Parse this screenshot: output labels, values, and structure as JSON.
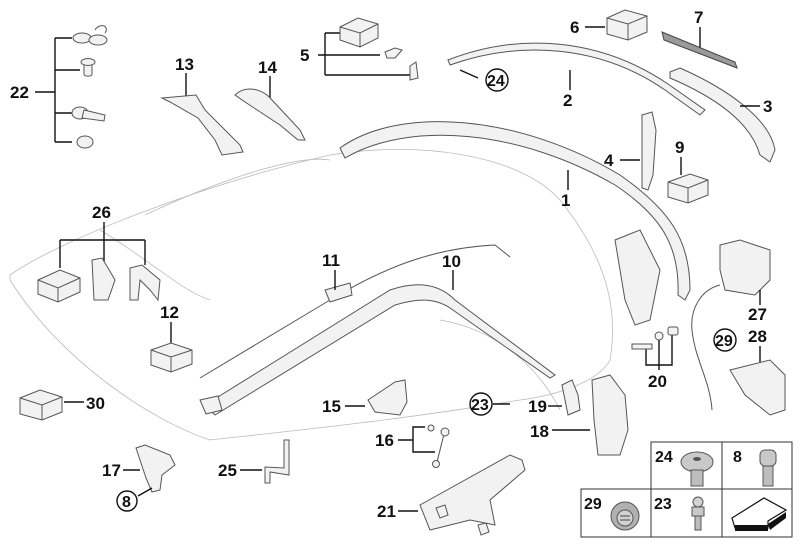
{
  "diagram": {
    "title": "Convertible top frame parts diagram",
    "callouts": [
      {
        "id": "1",
        "label": "1",
        "circled": false
      },
      {
        "id": "2",
        "label": "2",
        "circled": false
      },
      {
        "id": "3",
        "label": "3",
        "circled": false
      },
      {
        "id": "4",
        "label": "4",
        "circled": false
      },
      {
        "id": "5",
        "label": "5",
        "circled": false
      },
      {
        "id": "6",
        "label": "6",
        "circled": false
      },
      {
        "id": "7",
        "label": "7",
        "circled": false
      },
      {
        "id": "8",
        "label": "8",
        "circled": true
      },
      {
        "id": "9",
        "label": "9",
        "circled": false
      },
      {
        "id": "10",
        "label": "10",
        "circled": false
      },
      {
        "id": "11",
        "label": "11",
        "circled": false
      },
      {
        "id": "12",
        "label": "12",
        "circled": false
      },
      {
        "id": "13",
        "label": "13",
        "circled": false
      },
      {
        "id": "14",
        "label": "14",
        "circled": false
      },
      {
        "id": "15",
        "label": "15",
        "circled": false
      },
      {
        "id": "16",
        "label": "16",
        "circled": false
      },
      {
        "id": "17",
        "label": "17",
        "circled": false
      },
      {
        "id": "18",
        "label": "18",
        "circled": false
      },
      {
        "id": "19",
        "label": "19",
        "circled": false
      },
      {
        "id": "20",
        "label": "20",
        "circled": false
      },
      {
        "id": "21",
        "label": "21",
        "circled": false
      },
      {
        "id": "22",
        "label": "22",
        "circled": false
      },
      {
        "id": "23",
        "label": "23",
        "circled": true
      },
      {
        "id": "24",
        "label": "24",
        "circled": true
      },
      {
        "id": "25",
        "label": "25",
        "circled": false
      },
      {
        "id": "26",
        "label": "26",
        "circled": false
      },
      {
        "id": "27",
        "label": "27",
        "circled": false
      },
      {
        "id": "28",
        "label": "28",
        "circled": false
      },
      {
        "id": "29",
        "label": "29",
        "circled": true
      },
      {
        "id": "30",
        "label": "30",
        "circled": false
      }
    ],
    "legend_grid": {
      "cells": [
        {
          "label": "24",
          "icon": "flat-head-hex-screw-icon"
        },
        {
          "label": "8",
          "icon": "torx-cap-screw-icon"
        },
        {
          "label": "29",
          "icon": "grommet-icon"
        },
        {
          "label": "23",
          "icon": "ball-stud-icon"
        },
        {
          "label": "",
          "icon": "arrow-pointer-icon"
        }
      ]
    }
  }
}
